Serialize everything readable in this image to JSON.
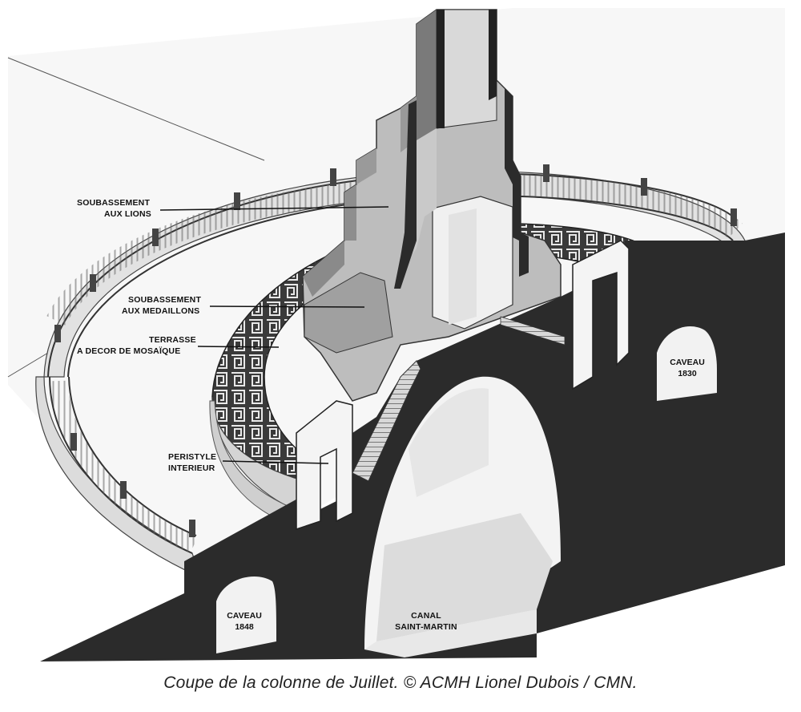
{
  "labels": {
    "soubassement_lions": [
      "SOUBASSEMENT",
      "AUX LIONS"
    ],
    "soubassement_medaillons": [
      "SOUBASSEMENT",
      "AUX MEDAILLONS"
    ],
    "terrasse": [
      "TERRASSE",
      "A DECOR DE MOSAÏQUE"
    ],
    "peristyle": [
      "PERISTYLE",
      "INTERIEUR"
    ],
    "caveau_1830": [
      "CAVEAU",
      "1830"
    ],
    "caveau_1848": [
      "CAVEAU",
      "1848"
    ],
    "canal": [
      "CANAL",
      "SAINT-MARTIN"
    ]
  },
  "caption": "Coupe de la colonne de Juillet.  ©  ACMH Lionel Dubois / CMN.",
  "colors": {
    "section_wall": "#2b2b2b",
    "stone_light": "#e6e6e6",
    "stone_mid": "#a9a9a9",
    "mosaic_dark": "#3a3a3a"
  }
}
